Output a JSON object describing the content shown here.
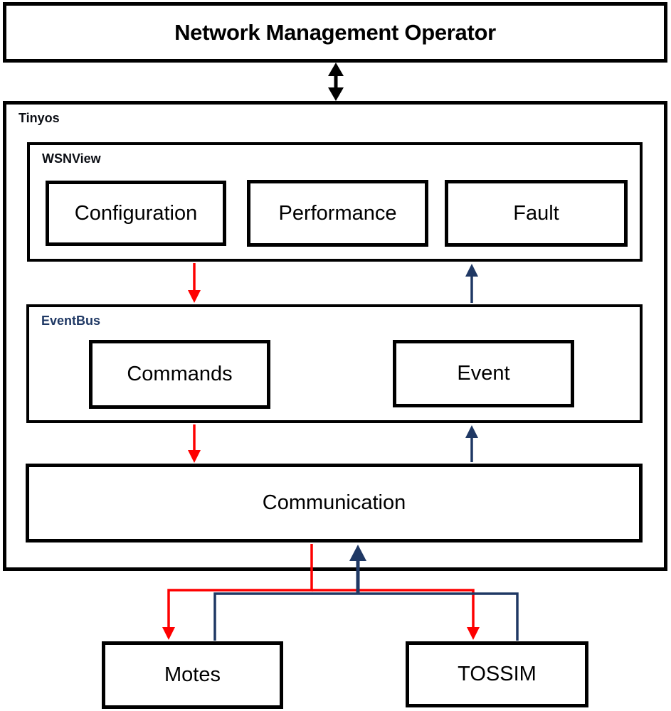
{
  "page": {
    "background": "#ffffff",
    "kind": "architecture-block-diagram"
  },
  "colors": {
    "box_border": "#000000",
    "text": "#000000",
    "red_arrow": "#fe0000",
    "navy_arrow": "#1f3864",
    "black_arrow": "#000000",
    "eventbus_label": "#1f3864"
  },
  "boxes": {
    "nmo": "Network Management Operator",
    "tinyos": "Tinyos",
    "wsnview": "WSNView",
    "configuration": "Configuration",
    "performance": "Performance",
    "fault": "Fault",
    "eventbus": "EventBus",
    "commands": "Commands",
    "event": "Event",
    "communication": "Communication",
    "motes": "Motes",
    "tossim": "TOSSIM"
  },
  "edges": [
    {
      "from": "Network Management Operator",
      "to": "Tinyos",
      "color": "black",
      "direction": "bidirectional"
    },
    {
      "from": "WSNView (Configuration)",
      "to": "EventBus",
      "color": "red",
      "direction": "down"
    },
    {
      "from": "EventBus",
      "to": "WSNView (Fault)",
      "color": "navy",
      "direction": "up"
    },
    {
      "from": "EventBus (Commands)",
      "to": "Communication",
      "color": "red",
      "direction": "down"
    },
    {
      "from": "Communication",
      "to": "EventBus (Event)",
      "color": "navy",
      "direction": "up"
    },
    {
      "from": "Communication",
      "to": "Motes",
      "color": "red",
      "direction": "down"
    },
    {
      "from": "Communication",
      "to": "TOSSIM",
      "color": "red",
      "direction": "down"
    },
    {
      "from": "Motes",
      "to": "Communication",
      "color": "navy",
      "direction": "up"
    },
    {
      "from": "TOSSIM",
      "to": "Communication",
      "color": "navy",
      "direction": "up"
    }
  ]
}
